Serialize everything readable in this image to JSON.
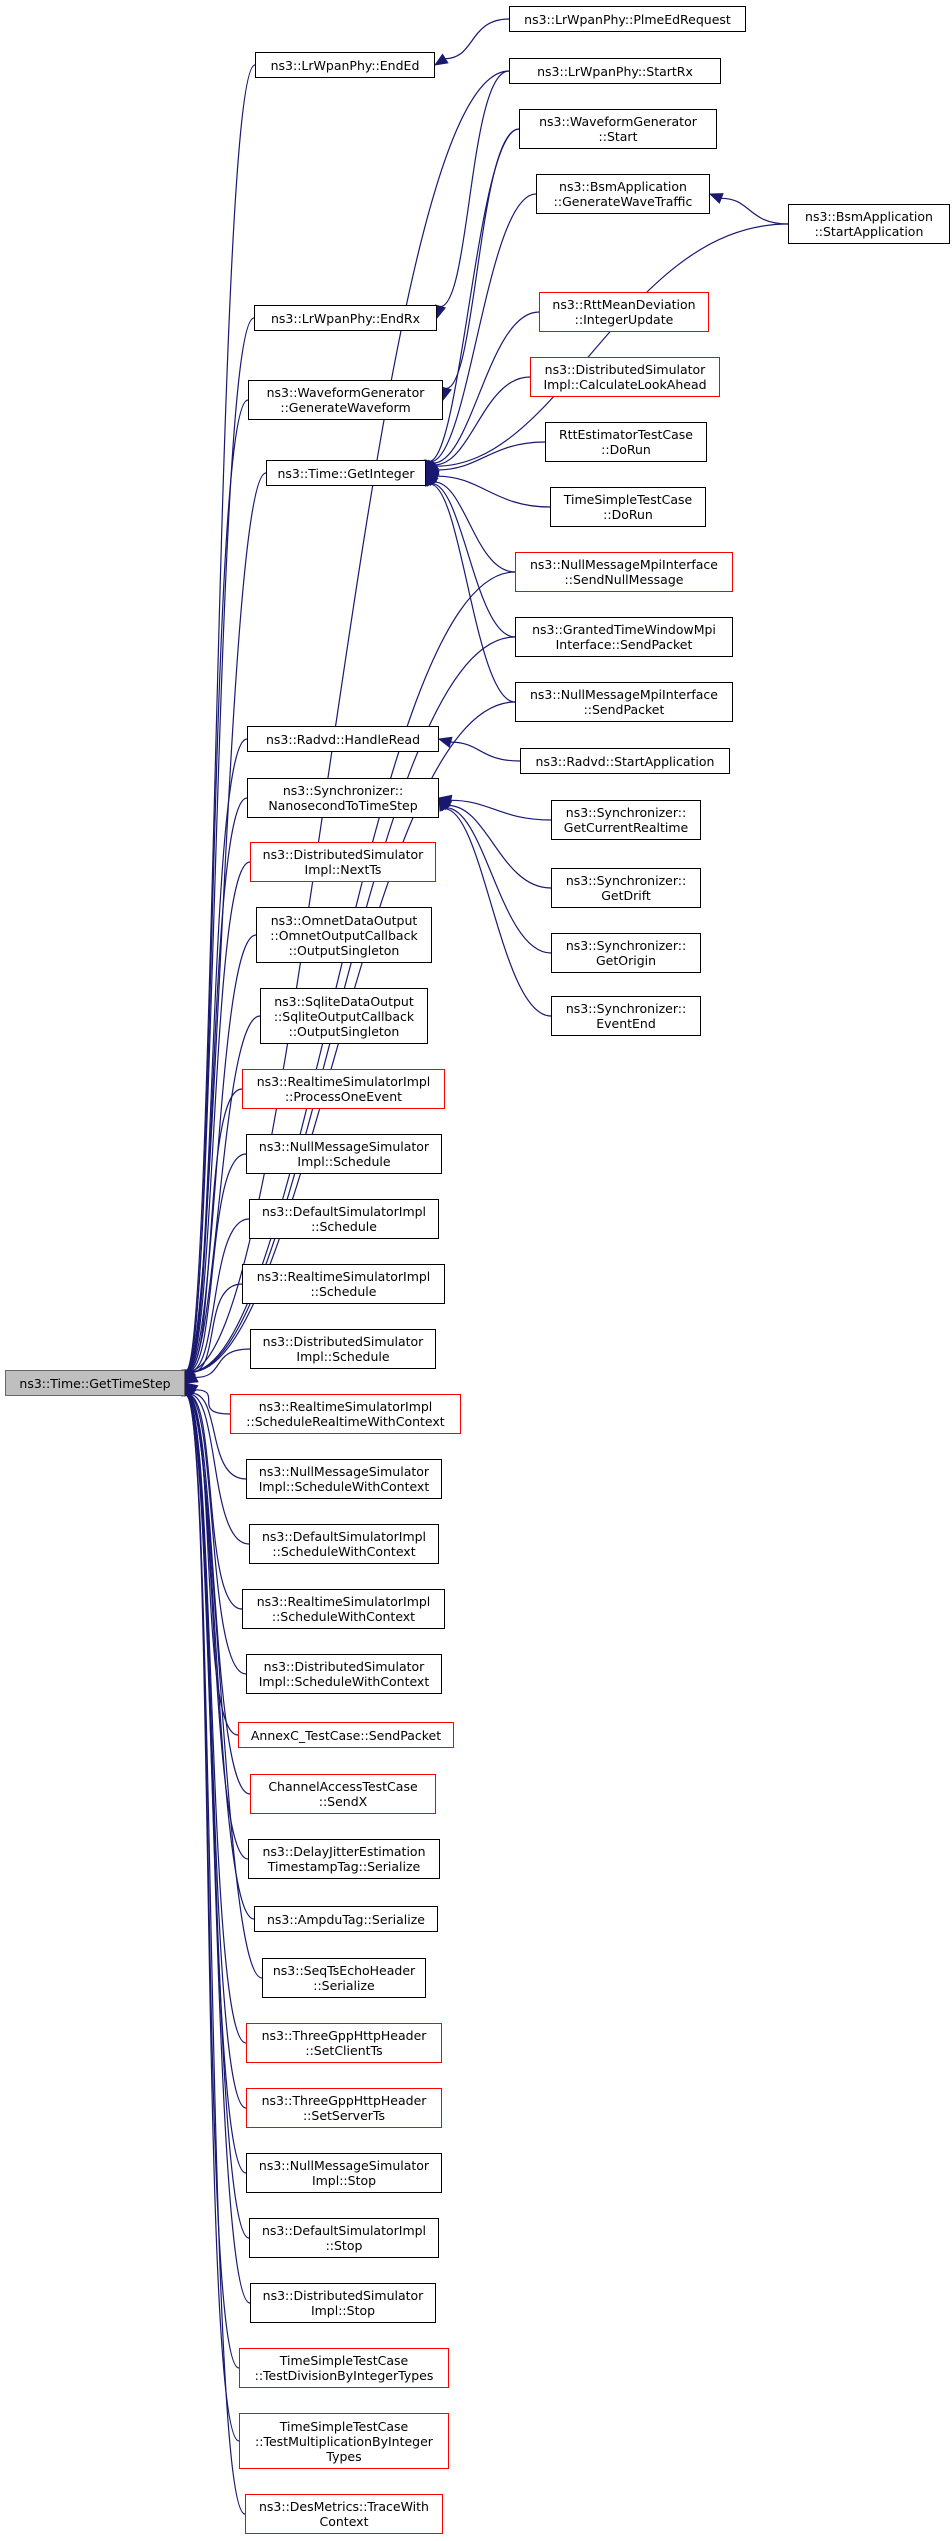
{
  "colors": {
    "edge": "#191970",
    "border": "#000000",
    "incomplete_border": "#ff0000",
    "root_fill": "#bfbfbf"
  },
  "nodes": {
    "get_time_step": {
      "label": "ns3::Time::GetTimeStep",
      "variant": "root"
    },
    "end_ed": {
      "label": "ns3::LrWpanPhy::EndEd",
      "variant": "normal"
    },
    "plme_ed_request": {
      "label": "ns3::LrWpanPhy::PlmeEdRequest",
      "variant": "normal"
    },
    "start_rx": {
      "label": "ns3::LrWpanPhy::StartRx",
      "variant": "normal"
    },
    "waveform_generator_start": {
      "label": "ns3::WaveformGenerator\n::Start",
      "variant": "normal"
    },
    "bsm_generate_wave_traffic": {
      "label": "ns3::BsmApplication\n::GenerateWaveTraffic",
      "variant": "normal"
    },
    "bsm_start_application": {
      "label": "ns3::BsmApplication\n::StartApplication",
      "variant": "normal"
    },
    "rtt_integer_update": {
      "label": "ns3::RttMeanDeviation\n::IntegerUpdate",
      "variant": "red"
    },
    "calculate_look_ahead": {
      "label": "ns3::DistributedSimulator\nImpl::CalculateLookAhead",
      "variant": "red"
    },
    "end_rx": {
      "label": "ns3::LrWpanPhy::EndRx",
      "variant": "normal"
    },
    "generate_waveform": {
      "label": "ns3::WaveformGenerator\n::GenerateWaveform",
      "variant": "normal"
    },
    "get_integer": {
      "label": "ns3::Time::GetInteger",
      "variant": "normal"
    },
    "rtt_estimator_test_do_run": {
      "label": "RttEstimatorTestCase\n::DoRun",
      "variant": "normal"
    },
    "time_simple_test_do_run": {
      "label": "TimeSimpleTestCase\n::DoRun",
      "variant": "normal"
    },
    "send_null_message": {
      "label": "ns3::NullMessageMpiInterface\n::SendNullMessage",
      "variant": "red"
    },
    "granted_send_packet": {
      "label": "ns3::GrantedTimeWindowMpi\nInterface::SendPacket",
      "variant": "normal"
    },
    "null_msg_send_packet": {
      "label": "ns3::NullMessageMpiInterface\n::SendPacket",
      "variant": "normal"
    },
    "radvd_handle_read": {
      "label": "ns3::Radvd::HandleRead",
      "variant": "normal"
    },
    "radvd_start_application": {
      "label": "ns3::Radvd::StartApplication",
      "variant": "normal"
    },
    "nanosecond_to_time_step": {
      "label": "ns3::Synchronizer::\nNanosecondToTimeStep",
      "variant": "normal"
    },
    "get_current_realtime": {
      "label": "ns3::Synchronizer::\nGetCurrentRealtime",
      "variant": "normal"
    },
    "get_drift": {
      "label": "ns3::Synchronizer::\nGetDrift",
      "variant": "normal"
    },
    "get_origin": {
      "label": "ns3::Synchronizer::\nGetOrigin",
      "variant": "normal"
    },
    "event_end": {
      "label": "ns3::Synchronizer::\nEventEnd",
      "variant": "normal"
    },
    "dist_next_ts": {
      "label": "ns3::DistributedSimulator\nImpl::NextTs",
      "variant": "red"
    },
    "omnet_output_singleton": {
      "label": "ns3::OmnetDataOutput\n::OmnetOutputCallback\n::OutputSingleton",
      "variant": "normal"
    },
    "sqlite_output_singleton": {
      "label": "ns3::SqliteDataOutput\n::SqliteOutputCallback\n::OutputSingleton",
      "variant": "normal"
    },
    "rt_process_one_event": {
      "label": "ns3::RealtimeSimulatorImpl\n::ProcessOneEvent",
      "variant": "red"
    },
    "null_msg_schedule": {
      "label": "ns3::NullMessageSimulator\nImpl::Schedule",
      "variant": "normal"
    },
    "default_schedule": {
      "label": "ns3::DefaultSimulatorImpl\n::Schedule",
      "variant": "normal"
    },
    "rt_schedule": {
      "label": "ns3::RealtimeSimulatorImpl\n::Schedule",
      "variant": "normal"
    },
    "dist_schedule": {
      "label": "ns3::DistributedSimulator\nImpl::Schedule",
      "variant": "normal"
    },
    "rt_schedule_realtime_with_context": {
      "label": "ns3::RealtimeSimulatorImpl\n::ScheduleRealtimeWithContext",
      "variant": "red"
    },
    "null_msg_schedule_with_context": {
      "label": "ns3::NullMessageSimulator\nImpl::ScheduleWithContext",
      "variant": "normal"
    },
    "default_schedule_with_context": {
      "label": "ns3::DefaultSimulatorImpl\n::ScheduleWithContext",
      "variant": "normal"
    },
    "rt_schedule_with_context": {
      "label": "ns3::RealtimeSimulatorImpl\n::ScheduleWithContext",
      "variant": "normal"
    },
    "dist_schedule_with_context": {
      "label": "ns3::DistributedSimulator\nImpl::ScheduleWithContext",
      "variant": "normal"
    },
    "annexc_send_packet": {
      "label": "AnnexC_TestCase::SendPacket",
      "variant": "red"
    },
    "channel_access_send_x": {
      "label": "ChannelAccessTestCase\n::SendX",
      "variant": "red"
    },
    "delay_jitter_serialize": {
      "label": "ns3::DelayJitterEstimation\nTimestampTag::Serialize",
      "variant": "normal"
    },
    "ampdu_tag_serialize": {
      "label": "ns3::AmpduTag::Serialize",
      "variant": "normal"
    },
    "seq_ts_echo_serialize": {
      "label": "ns3::SeqTsEchoHeader\n::Serialize",
      "variant": "normal"
    },
    "http_set_client_ts": {
      "label": "ns3::ThreeGppHttpHeader\n::SetClientTs",
      "variant": "red"
    },
    "http_set_server_ts": {
      "label": "ns3::ThreeGppHttpHeader\n::SetServerTs",
      "variant": "red"
    },
    "null_msg_stop": {
      "label": "ns3::NullMessageSimulator\nImpl::Stop",
      "variant": "normal"
    },
    "default_stop": {
      "label": "ns3::DefaultSimulatorImpl\n::Stop",
      "variant": "normal"
    },
    "dist_stop": {
      "label": "ns3::DistributedSimulator\nImpl::Stop",
      "variant": "normal"
    },
    "test_division_by_integer_types": {
      "label": "TimeSimpleTestCase\n::TestDivisionByIntegerTypes",
      "variant": "red"
    },
    "test_multiplication_by_integer_types": {
      "label": "TimeSimpleTestCase\n::TestMultiplicationByInteger\nTypes",
      "variant": "red"
    },
    "des_metrics_trace_with_context": {
      "label": "ns3::DesMetrics::TraceWith\nContext",
      "variant": "red"
    }
  },
  "edges": [
    [
      "get_time_step",
      "end_ed"
    ],
    [
      "end_ed",
      "plme_ed_request"
    ],
    [
      "get_time_step",
      "start_rx"
    ],
    [
      "get_time_step",
      "end_rx"
    ],
    [
      "end_rx",
      "start_rx"
    ],
    [
      "get_time_step",
      "generate_waveform"
    ],
    [
      "generate_waveform",
      "waveform_generator_start"
    ],
    [
      "get_time_step",
      "get_integer"
    ],
    [
      "get_integer",
      "waveform_generator_start"
    ],
    [
      "get_integer",
      "bsm_generate_wave_traffic"
    ],
    [
      "bsm_generate_wave_traffic",
      "bsm_start_application"
    ],
    [
      "get_integer",
      "bsm_start_application"
    ],
    [
      "get_integer",
      "rtt_integer_update"
    ],
    [
      "get_integer",
      "calculate_look_ahead"
    ],
    [
      "get_integer",
      "rtt_estimator_test_do_run"
    ],
    [
      "get_integer",
      "time_simple_test_do_run"
    ],
    [
      "get_integer",
      "send_null_message"
    ],
    [
      "get_integer",
      "granted_send_packet"
    ],
    [
      "get_integer",
      "null_msg_send_packet"
    ],
    [
      "get_time_step",
      "send_null_message"
    ],
    [
      "get_time_step",
      "granted_send_packet"
    ],
    [
      "get_time_step",
      "null_msg_send_packet"
    ],
    [
      "get_time_step",
      "radvd_handle_read"
    ],
    [
      "radvd_handle_read",
      "radvd_start_application"
    ],
    [
      "get_time_step",
      "nanosecond_to_time_step"
    ],
    [
      "nanosecond_to_time_step",
      "get_current_realtime"
    ],
    [
      "nanosecond_to_time_step",
      "get_drift"
    ],
    [
      "nanosecond_to_time_step",
      "get_origin"
    ],
    [
      "nanosecond_to_time_step",
      "event_end"
    ],
    [
      "get_time_step",
      "dist_next_ts"
    ],
    [
      "get_time_step",
      "omnet_output_singleton"
    ],
    [
      "get_time_step",
      "sqlite_output_singleton"
    ],
    [
      "get_time_step",
      "rt_process_one_event"
    ],
    [
      "get_time_step",
      "null_msg_schedule"
    ],
    [
      "get_time_step",
      "default_schedule"
    ],
    [
      "get_time_step",
      "rt_schedule"
    ],
    [
      "get_time_step",
      "dist_schedule"
    ],
    [
      "get_time_step",
      "rt_schedule_realtime_with_context"
    ],
    [
      "get_time_step",
      "null_msg_schedule_with_context"
    ],
    [
      "get_time_step",
      "default_schedule_with_context"
    ],
    [
      "get_time_step",
      "rt_schedule_with_context"
    ],
    [
      "get_time_step",
      "dist_schedule_with_context"
    ],
    [
      "get_time_step",
      "annexc_send_packet"
    ],
    [
      "get_time_step",
      "channel_access_send_x"
    ],
    [
      "get_time_step",
      "delay_jitter_serialize"
    ],
    [
      "get_time_step",
      "ampdu_tag_serialize"
    ],
    [
      "get_time_step",
      "seq_ts_echo_serialize"
    ],
    [
      "get_time_step",
      "http_set_client_ts"
    ],
    [
      "get_time_step",
      "http_set_server_ts"
    ],
    [
      "get_time_step",
      "null_msg_stop"
    ],
    [
      "get_time_step",
      "default_stop"
    ],
    [
      "get_time_step",
      "dist_stop"
    ],
    [
      "get_time_step",
      "test_division_by_integer_types"
    ],
    [
      "get_time_step",
      "test_multiplication_by_integer_types"
    ],
    [
      "get_time_step",
      "des_metrics_trace_with_context"
    ]
  ]
}
